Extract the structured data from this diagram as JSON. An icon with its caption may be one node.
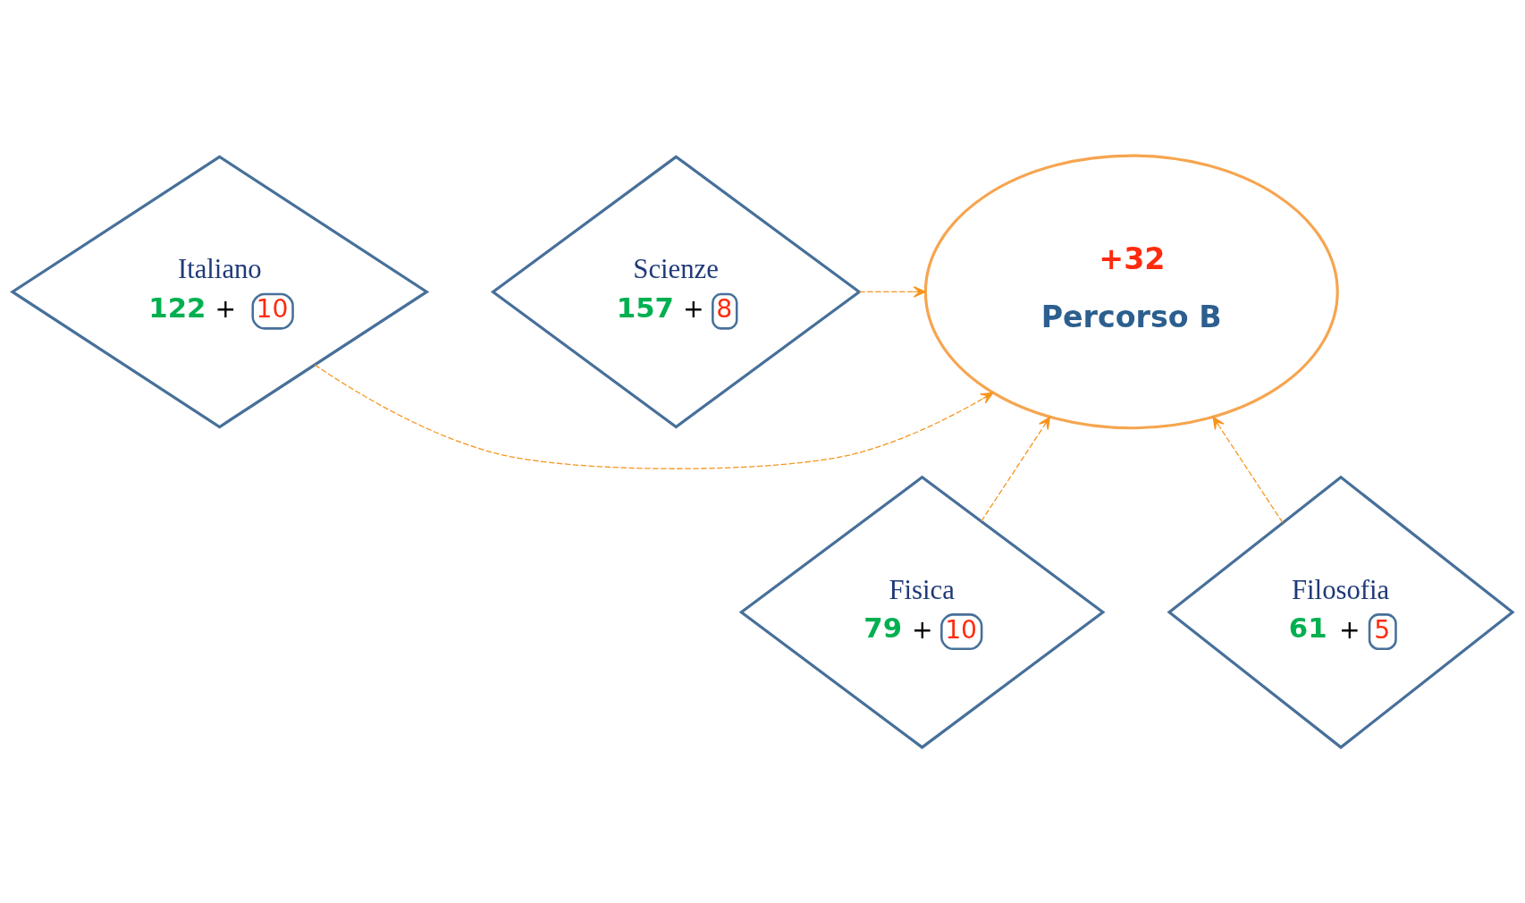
{
  "diagram": {
    "nodes": [
      {
        "text": [
          "+32",
          "Percorso B"
        ]
      },
      {
        "text": [
          "Italiano",
          "122",
          "+ ",
          "10"
        ]
      },
      {
        "text": [
          "Fisica",
          "79",
          "+",
          "10"
        ]
      },
      {
        "text": [
          "Filosofia",
          "61",
          "+",
          "5"
        ]
      },
      {
        "text": [
          "Scienze",
          "157",
          "+",
          "8"
        ]
      }
    ],
    "edges": [
      {
        "from": 1,
        "to": 0,
        "arrow": "to",
        "style": "dashed"
      },
      {
        "from": 2,
        "to": 0,
        "arrow": "to",
        "style": "dashed"
      },
      {
        "from": 3,
        "to": 0,
        "arrow": "to",
        "style": "dashed"
      },
      {
        "from": 4,
        "to": 0,
        "arrow": "to",
        "style": "dashed"
      }
    ]
  }
}
